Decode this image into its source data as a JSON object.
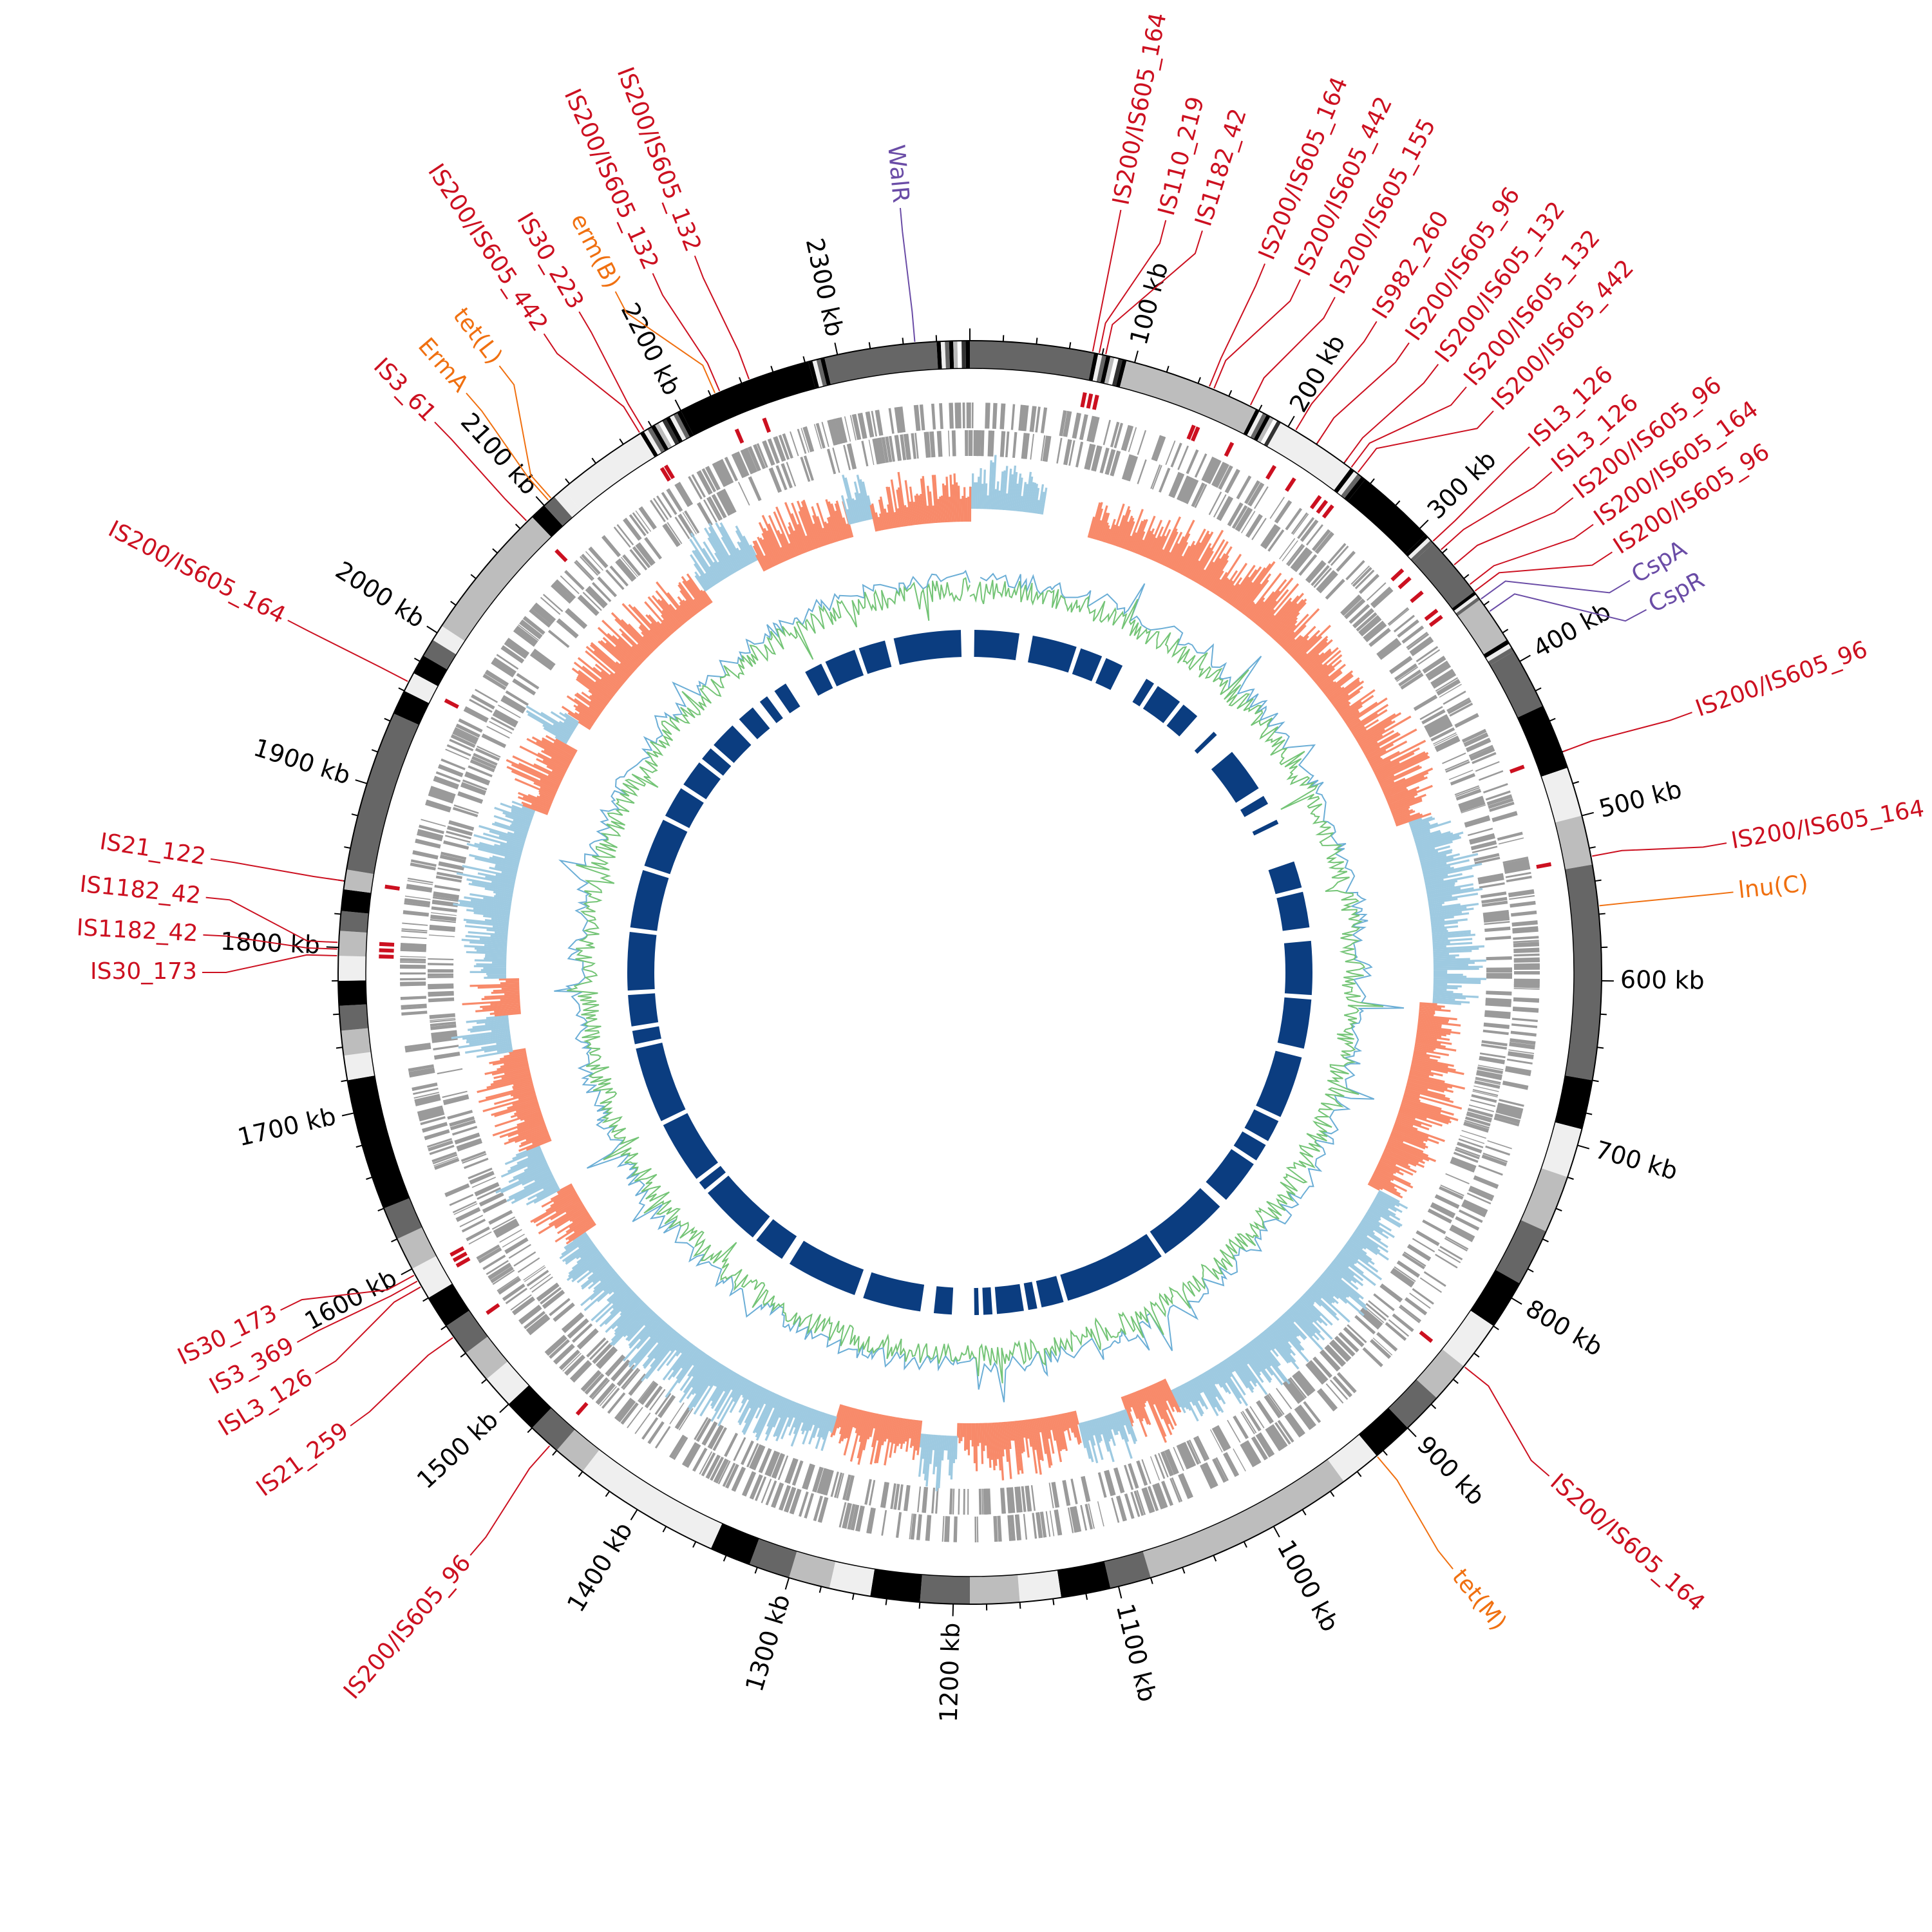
{
  "chart_data": {
    "type": "circular-genome",
    "genome_length_kb": 2380,
    "colors": {
      "insertion_sequence": "#cc1020",
      "resistance_gene": "#f07010",
      "virulence_gene": "#6a4ca6",
      "gc_skew_positive": "#f88a6a",
      "gc_skew_negative": "#9ecae1",
      "gc_content_high": "#74c476",
      "gc_content_low": "#6baed6",
      "gene_blocks": "#0b3d80",
      "cds": "#999999"
    },
    "ticks": {
      "major_step_kb": 100,
      "labels": [
        "100 kb",
        "200 kb",
        "300 kb",
        "400 kb",
        "500 kb",
        "600 kb",
        "700 kb",
        "800 kb",
        "900 kb",
        "1000 kb",
        "1100 kb",
        "1200 kb",
        "1300 kb",
        "1400 kb",
        "1500 kb",
        "1600 kb",
        "1700 kb",
        "1800 kb",
        "1900 kb",
        "2000 kb",
        "2100 kb",
        "2200 kb",
        "2300 kb"
      ]
    },
    "ideogram_bands": [
      [
        0,
        75,
        "dg"
      ],
      [
        75,
        95,
        "st"
      ],
      [
        95,
        178,
        "lg"
      ],
      [
        178,
        195,
        "st"
      ],
      [
        195,
        245,
        "vl"
      ],
      [
        245,
        256,
        "st"
      ],
      [
        256,
        305,
        "bk"
      ],
      [
        305,
        312,
        "st"
      ],
      [
        312,
        350,
        "dg"
      ],
      [
        350,
        356,
        "st"
      ],
      [
        356,
        385,
        "lg"
      ],
      [
        385,
        393,
        "st"
      ],
      [
        393,
        430,
        "dg"
      ],
      [
        430,
        470,
        "bk"
      ],
      [
        470,
        500,
        "vl"
      ],
      [
        500,
        530,
        "lg"
      ],
      [
        530,
        660,
        "dg"
      ],
      [
        660,
        690,
        "bk"
      ],
      [
        690,
        720,
        "vl"
      ],
      [
        720,
        755,
        "lg"
      ],
      [
        755,
        790,
        "dg"
      ],
      [
        790,
        820,
        "bk"
      ],
      [
        820,
        850,
        "vl"
      ],
      [
        850,
        875,
        "lg"
      ],
      [
        875,
        900,
        "dg"
      ],
      [
        900,
        925,
        "bk"
      ],
      [
        925,
        950,
        "vl"
      ],
      [
        950,
        1080,
        "lg"
      ],
      [
        1080,
        1105,
        "dg"
      ],
      [
        1105,
        1135,
        "bk"
      ],
      [
        1135,
        1160,
        "vl"
      ],
      [
        1160,
        1190,
        "lg"
      ],
      [
        1190,
        1220,
        "dg"
      ],
      [
        1220,
        1250,
        "bk"
      ],
      [
        1250,
        1275,
        "vl"
      ],
      [
        1275,
        1300,
        "lg"
      ],
      [
        1300,
        1325,
        "dg"
      ],
      [
        1325,
        1350,
        "bk"
      ],
      [
        1350,
        1440,
        "vl"
      ],
      [
        1440,
        1460,
        "lg"
      ],
      [
        1460,
        1480,
        "dg"
      ],
      [
        1480,
        1500,
        "bk"
      ],
      [
        1500,
        1520,
        "vl"
      ],
      [
        1520,
        1540,
        "lg"
      ],
      [
        1540,
        1560,
        "dg"
      ],
      [
        1560,
        1580,
        "bk"
      ],
      [
        1580,
        1600,
        "vl"
      ],
      [
        1600,
        1620,
        "lg"
      ],
      [
        1620,
        1640,
        "dg"
      ],
      [
        1640,
        1720,
        "bk"
      ],
      [
        1720,
        1735,
        "vl"
      ],
      [
        1735,
        1750,
        "lg"
      ],
      [
        1750,
        1765,
        "dg"
      ],
      [
        1765,
        1780,
        "bk"
      ],
      [
        1780,
        1795,
        "vl"
      ],
      [
        1795,
        1810,
        "lg"
      ],
      [
        1810,
        1822,
        "dg"
      ],
      [
        1822,
        1835,
        "bk"
      ],
      [
        1835,
        1847,
        "lg"
      ],
      [
        1847,
        1945,
        "dg"
      ],
      [
        1945,
        1960,
        "bk"
      ],
      [
        1960,
        1972,
        "vl"
      ],
      [
        1972,
        1984,
        "bk"
      ],
      [
        1984,
        1995,
        "dg"
      ],
      [
        1995,
        2005,
        "vl"
      ],
      [
        2005,
        2090,
        "lg"
      ],
      [
        2090,
        2100,
        "bk"
      ],
      [
        2100,
        2108,
        "dg"
      ],
      [
        2108,
        2115,
        "vl"
      ],
      [
        2115,
        2172,
        "vl"
      ],
      [
        2172,
        2200,
        "st"
      ],
      [
        2200,
        2282,
        "bk"
      ],
      [
        2282,
        2292,
        "st"
      ],
      [
        2292,
        2360,
        "dg"
      ],
      [
        2360,
        2380,
        "st"
      ]
    ],
    "gene_blocks_kb": [
      [
        2295,
        2370
      ],
      [
        5,
        55
      ],
      [
        70,
        120
      ],
      [
        125,
        150
      ],
      [
        155,
        175
      ],
      [
        205,
        215
      ],
      [
        220,
        250
      ],
      [
        255,
        275
      ],
      [
        300,
        305
      ],
      [
        330,
        380
      ],
      [
        390,
        400
      ],
      [
        420,
        425
      ],
      [
        470,
        500
      ],
      [
        505,
        545
      ],
      [
        560,
        620
      ],
      [
        625,
        680
      ],
      [
        690,
        760
      ],
      [
        765,
        790
      ],
      [
        795,
        815
      ],
      [
        820,
        870
      ],
      [
        880,
        960
      ],
      [
        965,
        1080
      ],
      [
        1085,
        1110
      ],
      [
        1115,
        1125
      ],
      [
        1130,
        1160
      ],
      [
        1165,
        1175
      ],
      [
        1180,
        1185
      ],
      [
        1210,
        1230
      ],
      [
        1245,
        1310
      ],
      [
        1320,
        1400
      ],
      [
        1410,
        1445
      ],
      [
        1450,
        1520
      ],
      [
        1525,
        1535
      ],
      [
        1540,
        1610
      ],
      [
        1615,
        1700
      ],
      [
        1705,
        1720
      ],
      [
        1725,
        1760
      ],
      [
        1765,
        1830
      ],
      [
        1835,
        1900
      ],
      [
        1905,
        1960
      ],
      [
        1965,
        2000
      ],
      [
        2005,
        2035
      ],
      [
        2040,
        2055
      ],
      [
        2060,
        2090
      ],
      [
        2100,
        2120
      ],
      [
        2130,
        2140
      ],
      [
        2150,
        2165
      ],
      [
        2190,
        2210
      ],
      [
        2215,
        2250
      ],
      [
        2255,
        2285
      ]
    ],
    "gc_skew_segments_kb": [
      [
        0,
        60,
        -1
      ],
      [
        100,
        350,
        1
      ],
      [
        350,
        470,
        1
      ],
      [
        470,
        560,
        -1
      ],
      [
        560,
        620,
        -1
      ],
      [
        620,
        780,
        1
      ],
      [
        780,
        1020,
        -1
      ],
      [
        1020,
        1060,
        1
      ],
      [
        1060,
        1100,
        -1
      ],
      [
        1100,
        1200,
        1
      ],
      [
        1200,
        1230,
        -1
      ],
      [
        1230,
        1300,
        1
      ],
      [
        1300,
        1560,
        -1
      ],
      [
        1560,
        1600,
        1
      ],
      [
        1600,
        1640,
        -1
      ],
      [
        1640,
        1720,
        1
      ],
      [
        1720,
        1750,
        -1
      ],
      [
        1750,
        1780,
        1
      ],
      [
        1780,
        1920,
        -1
      ],
      [
        1920,
        1980,
        1
      ],
      [
        1980,
        2000,
        -1
      ],
      [
        2000,
        2150,
        1
      ],
      [
        2150,
        2200,
        -1
      ],
      [
        2200,
        2280,
        1
      ],
      [
        2280,
        2300,
        -1
      ],
      [
        2300,
        2380,
        1
      ]
    ],
    "features": [
      {
        "name": "IS200/IS605_164",
        "kb": 74,
        "type": "insertion_sequence"
      },
      {
        "name": "IS110_219",
        "kb": 78,
        "type": "insertion_sequence"
      },
      {
        "name": "IS1182_42",
        "kb": 82,
        "type": "insertion_sequence"
      },
      {
        "name": "IS200/IS605_164",
        "kb": 147,
        "type": "insertion_sequence"
      },
      {
        "name": "IS200/IS605_442",
        "kb": 150,
        "type": "insertion_sequence"
      },
      {
        "name": "IS200/IS605_155",
        "kb": 174,
        "type": "insertion_sequence"
      },
      {
        "name": "IS982_260",
        "kb": 205,
        "type": "insertion_sequence"
      },
      {
        "name": "IS200/IS605_96",
        "kb": 220,
        "type": "insertion_sequence"
      },
      {
        "name": "IS200/IS605_132",
        "kb": 240,
        "type": "insertion_sequence"
      },
      {
        "name": "IS200/IS605_132",
        "kb": 245,
        "type": "insertion_sequence"
      },
      {
        "name": "IS200/IS605_442",
        "kb": 250,
        "type": "insertion_sequence"
      },
      {
        "name": "ISL3_126",
        "kb": 311,
        "type": "insertion_sequence"
      },
      {
        "name": "ISL3_126",
        "kb": 318,
        "type": "insertion_sequence"
      },
      {
        "name": "IS200/IS605_96",
        "kb": 330,
        "type": "insertion_sequence"
      },
      {
        "name": "IS200/IS605_164",
        "kb": 345,
        "type": "insertion_sequence"
      },
      {
        "name": "IS200/IS605_96",
        "kb": 350,
        "type": "insertion_sequence"
      },
      {
        "name": "CspA",
        "kb": 356,
        "type": "virulence_gene"
      },
      {
        "name": "CspR",
        "kb": 365,
        "type": "virulence_gene"
      },
      {
        "name": "IS200/IS605_96",
        "kb": 460,
        "type": "insertion_sequence"
      },
      {
        "name": "IS200/IS605_164",
        "kb": 525,
        "type": "insertion_sequence"
      },
      {
        "name": "lnu(C)",
        "kb": 555,
        "type": "resistance_gene"
      },
      {
        "name": "IS200/IS605_164",
        "kb": 850,
        "type": "insertion_sequence"
      },
      {
        "name": "tet(M)",
        "kb": 925,
        "type": "resistance_gene"
      },
      {
        "name": "IS200/IS605_96",
        "kb": 1465,
        "type": "insertion_sequence"
      },
      {
        "name": "IS21_259",
        "kb": 1552,
        "type": "insertion_sequence"
      },
      {
        "name": "ISL3_126",
        "kb": 1588,
        "type": "insertion_sequence"
      },
      {
        "name": "IS3_369",
        "kb": 1592,
        "type": "insertion_sequence"
      },
      {
        "name": "IS30_173",
        "kb": 1596,
        "type": "insertion_sequence"
      },
      {
        "name": "IS30_173",
        "kb": 1795,
        "type": "insertion_sequence"
      },
      {
        "name": "IS1182_42",
        "kb": 1799,
        "type": "insertion_sequence"
      },
      {
        "name": "IS1182_42",
        "kb": 1803,
        "type": "insertion_sequence"
      },
      {
        "name": "IS21_122",
        "kb": 1840,
        "type": "insertion_sequence"
      },
      {
        "name": "IS200/IS605_164",
        "kb": 1966,
        "type": "insertion_sequence"
      },
      {
        "name": "IS3_61",
        "kb": 2086,
        "type": "insertion_sequence"
      },
      {
        "name": "ErmA",
        "kb": 2104,
        "type": "resistance_gene"
      },
      {
        "name": "tet(L)",
        "kb": 2106,
        "type": "resistance_gene"
      },
      {
        "name": "IS200/IS605_442",
        "kb": 2172,
        "type": "insertion_sequence"
      },
      {
        "name": "IS30_223",
        "kb": 2175,
        "type": "insertion_sequence"
      },
      {
        "name": "erm(B)",
        "kb": 2223,
        "type": "resistance_gene"
      },
      {
        "name": "IS200/IS605_132",
        "kb": 2226,
        "type": "insertion_sequence"
      },
      {
        "name": "IS200/IS605_132",
        "kb": 2245,
        "type": "insertion_sequence"
      },
      {
        "name": "WalR",
        "kb": 2347,
        "type": "virulence_gene"
      }
    ]
  }
}
